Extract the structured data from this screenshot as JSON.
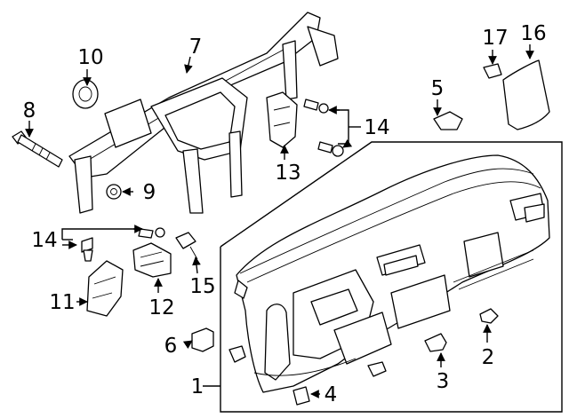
{
  "callouts": [
    {
      "id": "1",
      "text": "1"
    },
    {
      "id": "2",
      "text": "2"
    },
    {
      "id": "3",
      "text": "3"
    },
    {
      "id": "4",
      "text": "4"
    },
    {
      "id": "5",
      "text": "5"
    },
    {
      "id": "6",
      "text": "6"
    },
    {
      "id": "7",
      "text": "7"
    },
    {
      "id": "8",
      "text": "8"
    },
    {
      "id": "9",
      "text": "9"
    },
    {
      "id": "10",
      "text": "10"
    },
    {
      "id": "11",
      "text": "11"
    },
    {
      "id": "12",
      "text": "12"
    },
    {
      "id": "13",
      "text": "13"
    },
    {
      "id": "14a",
      "text": "14"
    },
    {
      "id": "14b",
      "text": "14"
    },
    {
      "id": "15",
      "text": "15"
    },
    {
      "id": "16",
      "text": "16"
    },
    {
      "id": "17",
      "text": "17"
    }
  ]
}
